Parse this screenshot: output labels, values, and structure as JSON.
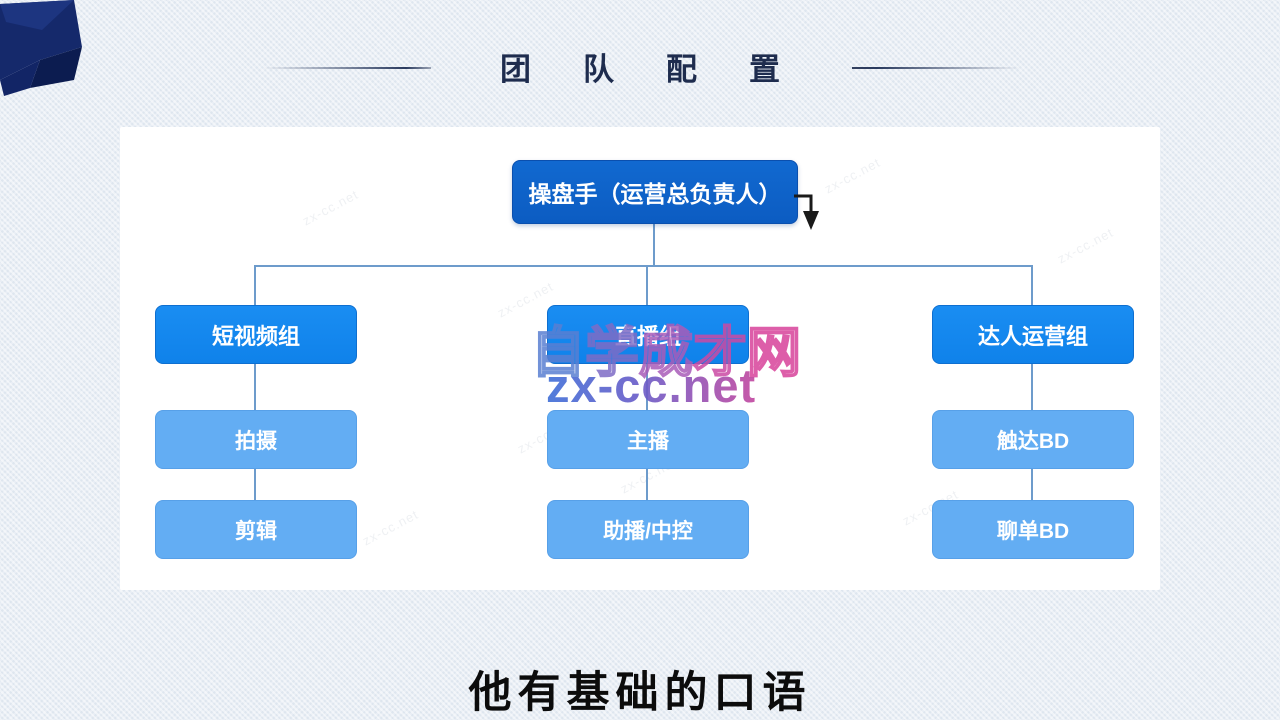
{
  "title": {
    "text": "团队配置"
  },
  "org_chart": {
    "root": {
      "label": "操盘手（运营总负责人）"
    },
    "columns": [
      {
        "group": "短视频组",
        "children": [
          "拍摄",
          "剪辑"
        ]
      },
      {
        "group": "直播组",
        "children": [
          "主播",
          "助播/中控"
        ]
      },
      {
        "group": "达人运营组",
        "children": [
          "触达BD",
          "聊单BD"
        ]
      }
    ]
  },
  "watermark": {
    "site_chars": [
      "自",
      "学",
      "成",
      "才",
      "网"
    ],
    "site_url": "zx-cc.net",
    "tile_text": "zx-cc.net"
  },
  "subtitle": {
    "text": "他有基础的口语"
  },
  "colors": {
    "background": "#e9eef5",
    "card": "#ffffff",
    "root_box": "#0d62c8",
    "group_box": "#1487ef",
    "sub_box": "#63adf3",
    "connector": "#6d9bcb",
    "title_text": "#1e2c4e",
    "ribbon": "#15296b",
    "watermark_blue": "#3f6fd8",
    "watermark_pink": "#d8439b"
  }
}
